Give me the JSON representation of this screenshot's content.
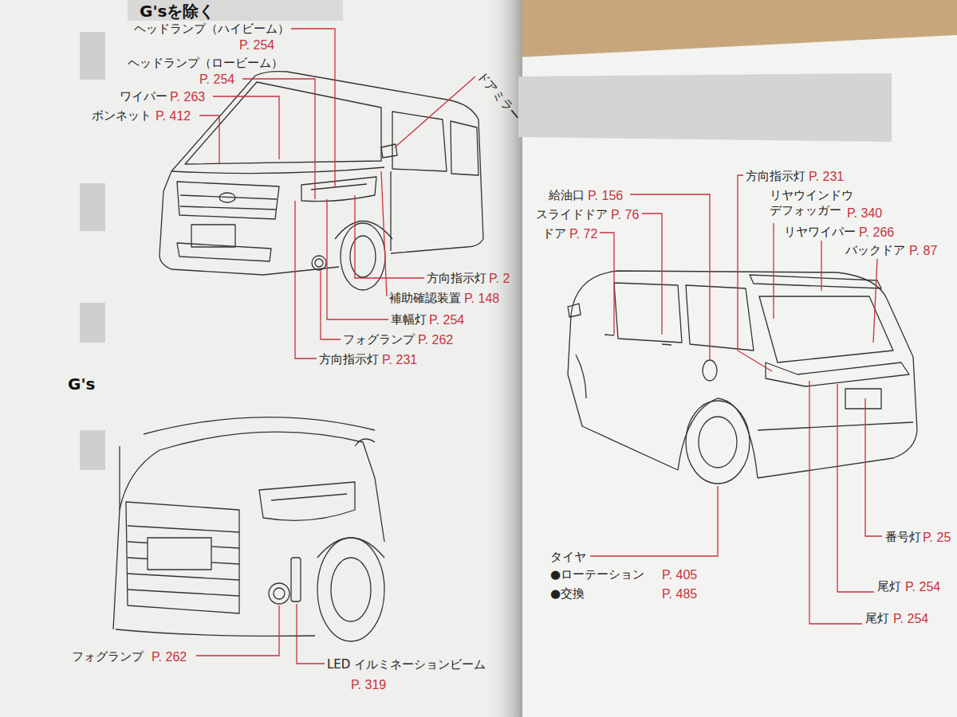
{
  "diagram": {
    "labels": [
      "G'sを除く",
      "ヘッドランプ（ハイビーム）",
      "P. 254",
      "ヘッドランプ（ロービーム）",
      "P. 254",
      "ワイパー",
      "P. 263",
      "ボンネット",
      "P. 412",
      "ドアミラー",
      "方向指示灯",
      "P. 2",
      "補助確認装置",
      "P. 148",
      "車幅灯",
      "P. 254",
      "フォグランプ",
      "P. 262",
      "方向指示灯",
      "P. 231",
      "G's",
      "フォグランプ",
      "P. 262",
      "LED イルミネーションビーム",
      "P. 319",
      "方向指示灯",
      "P. 231",
      "給油口",
      "P. 156",
      "リヤウインドウ デフォッガー",
      "P. 340",
      "スライドドア",
      "P. 76",
      "リヤワイパー",
      "P. 266",
      "ドア",
      "P. 72",
      "バックドア",
      "P. 87",
      "タイヤ",
      "●ローテーション",
      "P. 405",
      "●交換",
      "P. 485",
      "番号灯",
      "P. 25",
      "尾灯",
      "P. 254",
      "尾灯",
      "P. 254"
    ]
  }
}
